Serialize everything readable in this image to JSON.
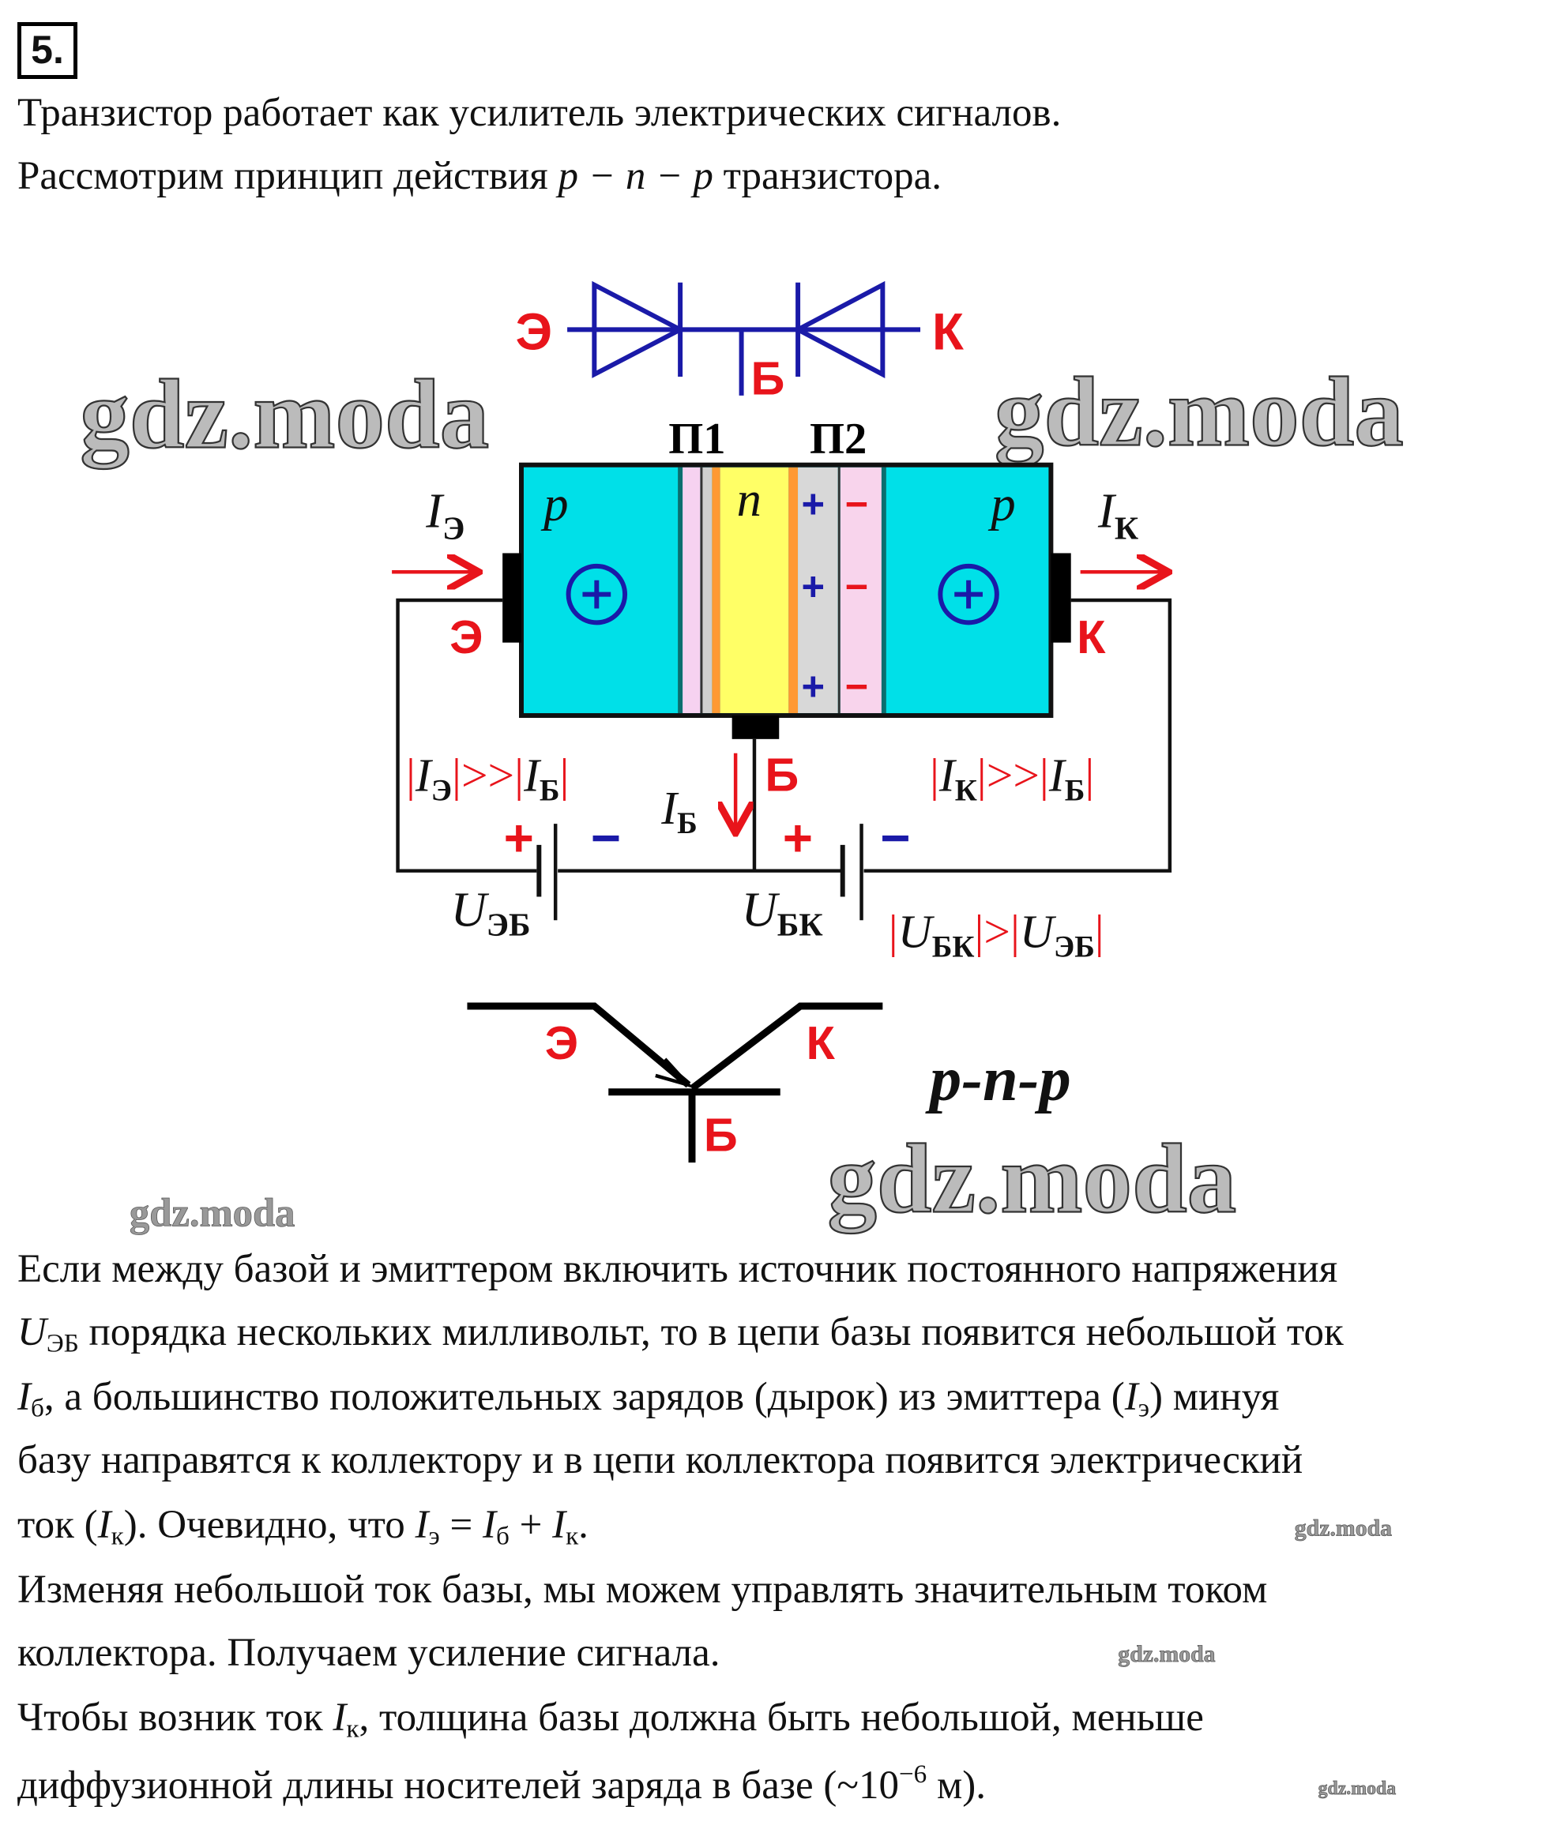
{
  "task_number": "5.",
  "intro": [
    "Транзистор работает как усилитель электрических сигналов.",
    [
      "Рассмотрим принцип действия ",
      "p − n − p",
      " транзистора."
    ]
  ],
  "diagram": {
    "E": "Э",
    "K": "К",
    "B": "Б",
    "P1": "П1",
    "P2": "П2",
    "p": "p",
    "n": "n",
    "plus": "+",
    "minus": "−",
    "I": "I",
    "U": "U",
    "sub_E": "Э",
    "sub_K": "К",
    "sub_B": "Б",
    "sub_EB": "ЭБ",
    "sub_BK": "БК",
    "rel_gg": "|>>|",
    "rel_g": "|>|",
    "bar": "|",
    "type_label": "p-n-p",
    "colors": {
      "p_region": "#00e0e8",
      "n_region": "#ffff66",
      "red": "#e8141b",
      "blue": "#1a1aa8"
    }
  },
  "watermark": "gdz.moda",
  "paragraph": {
    "l1": "Если между базой и эмиттером включить источник постоянного напряжения",
    "l2": [
      "U",
      "ЭБ",
      " порядка нескольких милливольт, то в цепи базы появится небольшой ток"
    ],
    "l3": [
      "I",
      "б",
      ", а большинство положительных зарядов (дырок) из эмиттера (",
      "I",
      "э",
      ") минуя"
    ],
    "l4": "базу направятся к коллектору и в цепи коллектора появится электрический",
    "l5": [
      "ток (",
      "I",
      "к",
      "). Очевидно, что ",
      "I",
      "э",
      " = ",
      "I",
      "б",
      " + ",
      "I",
      "к",
      "."
    ],
    "l6": "Изменяя небольшой ток базы, мы можем управлять значительным током",
    "l7": "коллектора. Получаем усиление сигнала.",
    "l8": [
      "Чтобы возник ток ",
      "I",
      "к",
      ", толщина базы должна быть небольшой, меньше"
    ],
    "l9": [
      "диффузионной длины носителей заряда в базе (~10",
      "−6",
      " м)."
    ]
  }
}
